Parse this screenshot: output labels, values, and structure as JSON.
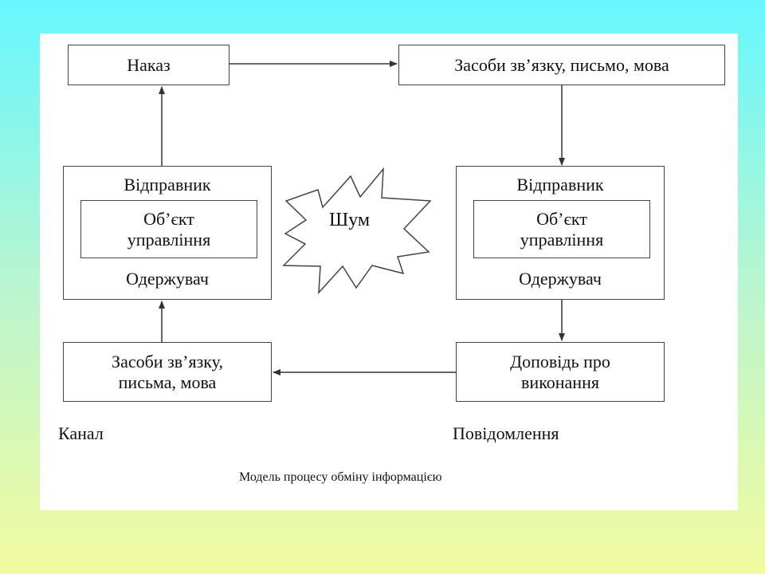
{
  "boxes": {
    "order": "Наказ",
    "comm_top": "Засоби зв’язку, письмо, мова",
    "left_node": {
      "sender": "Відправник",
      "object_line1": "Об’єкт",
      "object_line2": "управління",
      "receiver": "Одержувач"
    },
    "right_node": {
      "sender": "Відправник",
      "object_line1": "Об’єкт",
      "object_line2": "управління",
      "receiver": "Одержувач"
    },
    "comm_bottom_line1": "Засоби зв’язку,",
    "comm_bottom_line2": "письма, мова",
    "report_line1": "Доповідь про",
    "report_line2": "виконання"
  },
  "noise": "Шум",
  "labels": {
    "channel": "Канал",
    "message": "Повідомлення"
  },
  "caption": "Модель процесу обміну інформацією",
  "colors": {
    "background_top": "#66f7ff",
    "background_bottom": "#f2fb9f",
    "panel": "#ffffff",
    "stroke": "#444444"
  }
}
